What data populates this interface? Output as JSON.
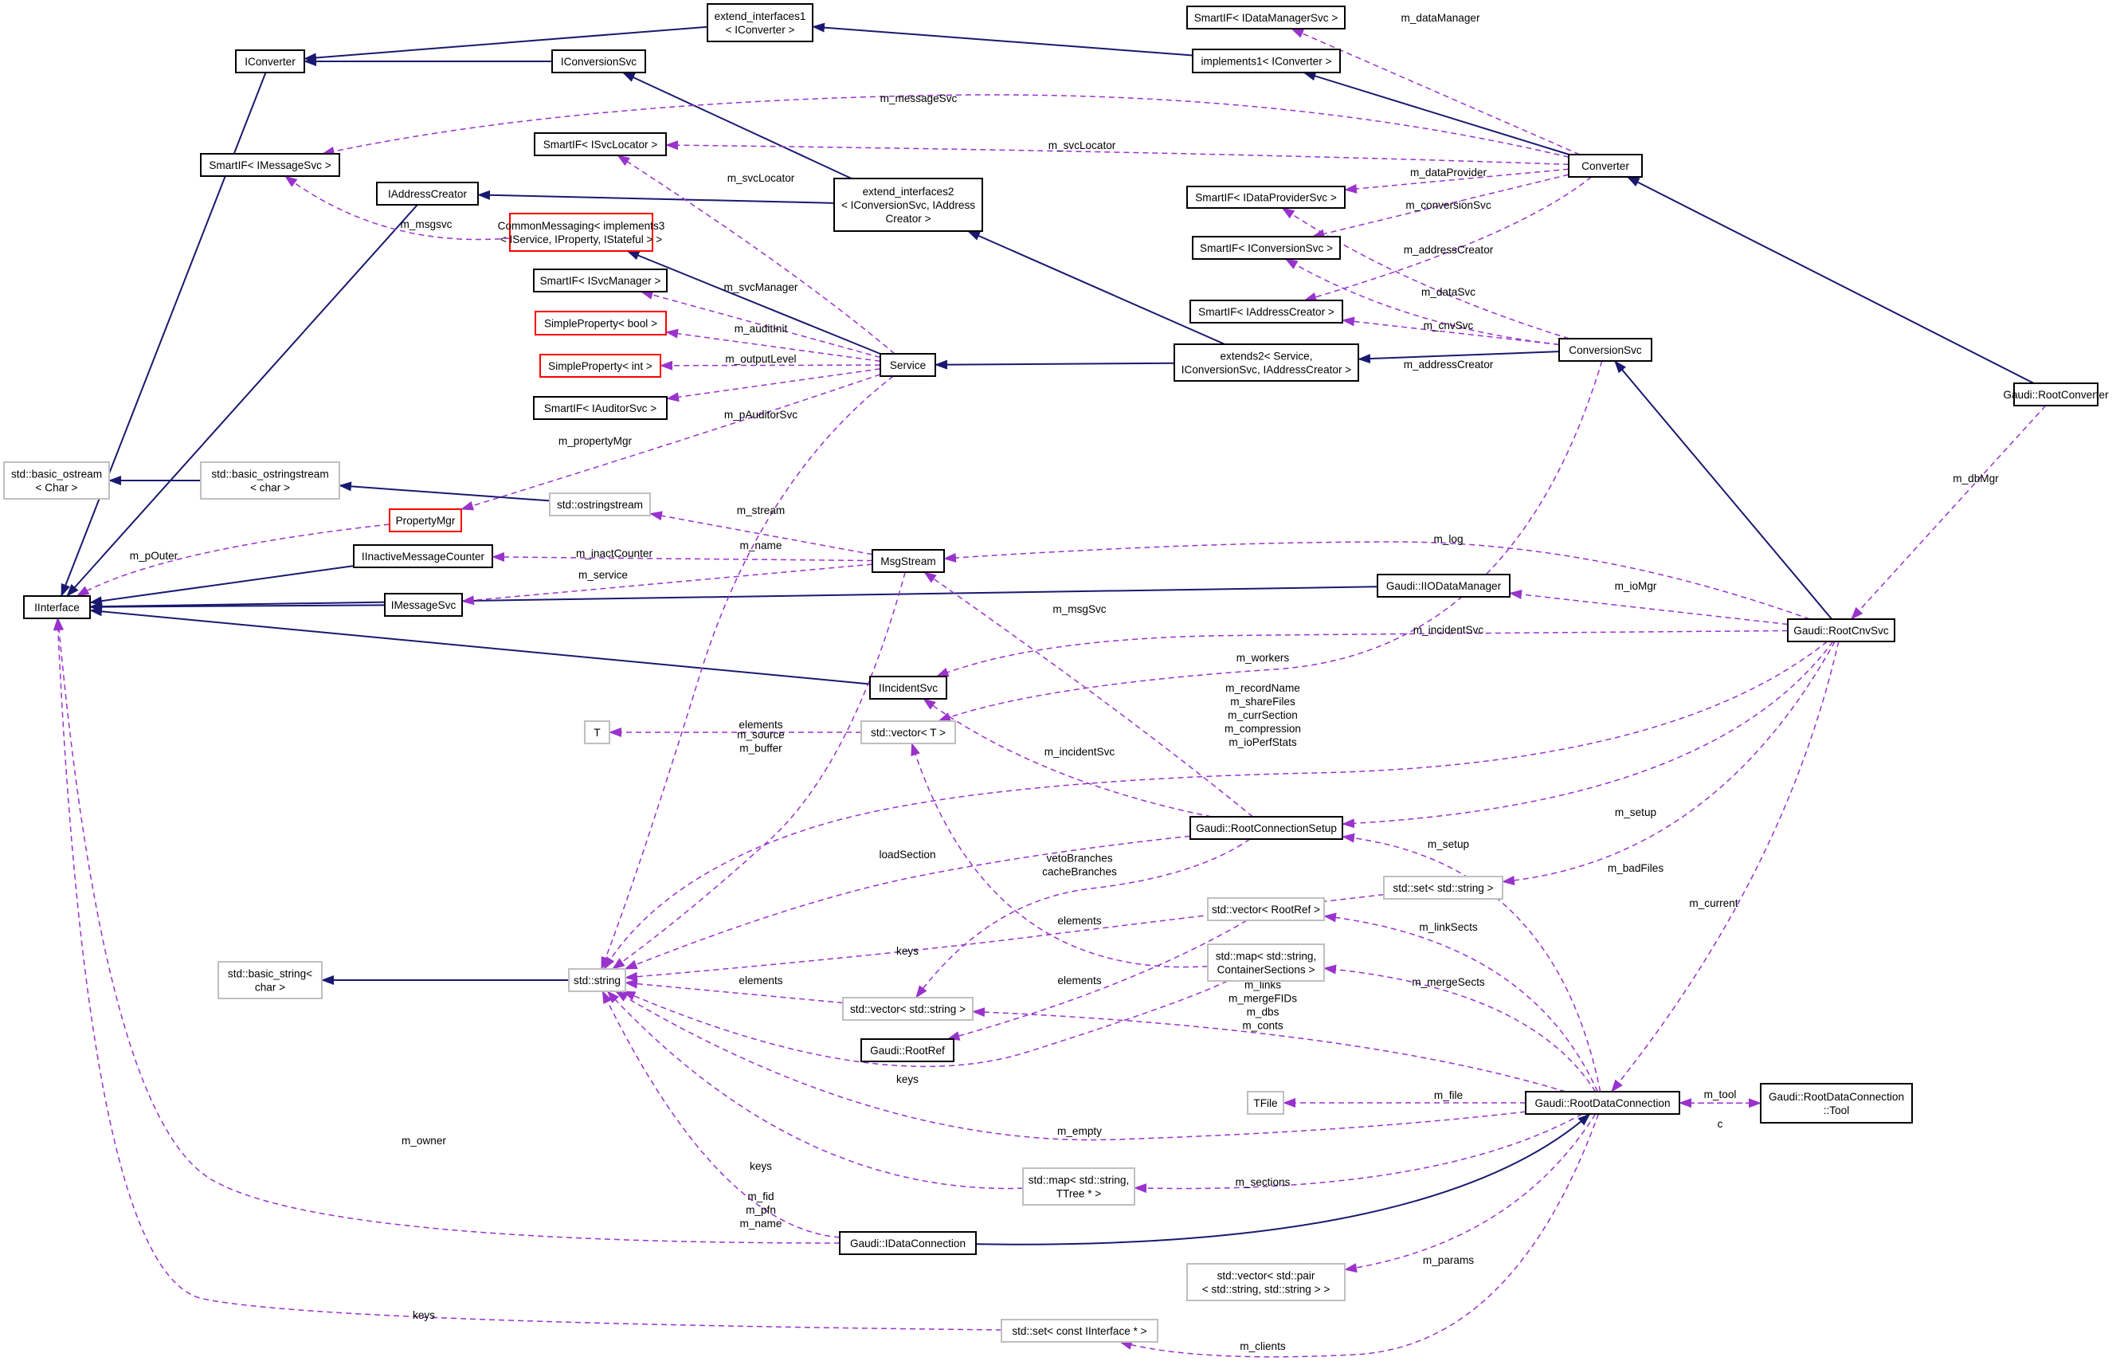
{
  "colors": {
    "inheritance": "#191970",
    "usage": "#9a32cd",
    "border_normal": "#000000",
    "border_external": "#bfbfbf",
    "border_truncated": "#ff0000",
    "highlight_fill": "#bfbfbf"
  },
  "nodes": [
    {
      "id": "IConverter",
      "lines": [
        "IConverter"
      ],
      "kind": "normal"
    },
    {
      "id": "extend_interfaces1",
      "lines": [
        "extend_interfaces1",
        "< IConverter >"
      ],
      "kind": "normal"
    },
    {
      "id": "IConversionSvc",
      "lines": [
        "IConversionSvc"
      ],
      "kind": "normal"
    },
    {
      "id": "SmartIF_IDataManagerSvc",
      "lines": [
        "SmartIF< IDataManagerSvc >"
      ],
      "kind": "normal"
    },
    {
      "id": "implements1_IConverter",
      "lines": [
        "implements1< IConverter >"
      ],
      "kind": "normal"
    },
    {
      "id": "SmartIF_IMessageSvc",
      "lines": [
        "SmartIF< IMessageSvc >"
      ],
      "kind": "normal"
    },
    {
      "id": "SmartIF_ISvcLocator",
      "lines": [
        "SmartIF< ISvcLocator >"
      ],
      "kind": "normal"
    },
    {
      "id": "Converter",
      "lines": [
        "Converter"
      ],
      "kind": "normal"
    },
    {
      "id": "IAddressCreator",
      "lines": [
        "IAddressCreator"
      ],
      "kind": "normal"
    },
    {
      "id": "extend_interfaces2",
      "lines": [
        "extend_interfaces2",
        "< IConversionSvc, IAddress",
        "Creator >"
      ],
      "kind": "normal"
    },
    {
      "id": "SmartIF_IDataProviderSvc",
      "lines": [
        "SmartIF< IDataProviderSvc >"
      ],
      "kind": "normal"
    },
    {
      "id": "CommonMessaging",
      "lines": [
        "CommonMessaging< implements3",
        "< IService, IProperty, IStateful > >"
      ],
      "kind": "truncated"
    },
    {
      "id": "SmartIF_IConversionSvc",
      "lines": [
        "SmartIF< IConversionSvc >"
      ],
      "kind": "normal"
    },
    {
      "id": "SmartIF_ISvcManager",
      "lines": [
        "SmartIF< ISvcManager >"
      ],
      "kind": "normal"
    },
    {
      "id": "SmartIF_IAddressCreator",
      "lines": [
        "SmartIF< IAddressCreator >"
      ],
      "kind": "normal"
    },
    {
      "id": "SimpleProperty_bool",
      "lines": [
        "SimpleProperty< bool >"
      ],
      "kind": "truncated"
    },
    {
      "id": "SimpleProperty_int",
      "lines": [
        "SimpleProperty< int >"
      ],
      "kind": "truncated"
    },
    {
      "id": "Service",
      "lines": [
        "Service"
      ],
      "kind": "normal"
    },
    {
      "id": "extends2",
      "lines": [
        "extends2< Service,",
        "IConversionSvc, IAddressCreator >"
      ],
      "kind": "normal"
    },
    {
      "id": "ConversionSvc",
      "lines": [
        "ConversionSvc"
      ],
      "kind": "normal"
    },
    {
      "id": "RootConverter",
      "lines": [
        "Gaudi::RootConverter"
      ],
      "kind": "highlight"
    },
    {
      "id": "SmartIF_IAuditorSvc",
      "lines": [
        "SmartIF< IAuditorSvc >"
      ],
      "kind": "normal"
    },
    {
      "id": "basic_ostream",
      "lines": [
        "std::basic_ostream",
        "< Char >"
      ],
      "kind": "external"
    },
    {
      "id": "basic_ostringstream",
      "lines": [
        "std::basic_ostringstream",
        "< char >"
      ],
      "kind": "external"
    },
    {
      "id": "ostringstream",
      "lines": [
        "std::ostringstream"
      ],
      "kind": "external"
    },
    {
      "id": "PropertyMgr",
      "lines": [
        "PropertyMgr"
      ],
      "kind": "truncated"
    },
    {
      "id": "IInactiveMessageCounter",
      "lines": [
        "IInactiveMessageCounter"
      ],
      "kind": "normal"
    },
    {
      "id": "MsgStream",
      "lines": [
        "MsgStream"
      ],
      "kind": "normal"
    },
    {
      "id": "IInterface",
      "lines": [
        "IInterface"
      ],
      "kind": "normal"
    },
    {
      "id": "IMessageSvc",
      "lines": [
        "IMessageSvc"
      ],
      "kind": "normal"
    },
    {
      "id": "IIODataManager",
      "lines": [
        "Gaudi::IIODataManager"
      ],
      "kind": "normal"
    },
    {
      "id": "RootCnvSvc",
      "lines": [
        "Gaudi::RootCnvSvc"
      ],
      "kind": "normal"
    },
    {
      "id": "IIncidentSvc",
      "lines": [
        "IIncidentSvc"
      ],
      "kind": "normal"
    },
    {
      "id": "T",
      "lines": [
        "T"
      ],
      "kind": "external"
    },
    {
      "id": "vector_T",
      "lines": [
        "std::vector< T >"
      ],
      "kind": "external"
    },
    {
      "id": "RootConnectionSetup",
      "lines": [
        "Gaudi::RootConnectionSetup"
      ],
      "kind": "normal"
    },
    {
      "id": "set_string",
      "lines": [
        "std::set< std::string >"
      ],
      "kind": "external"
    },
    {
      "id": "vector_RootRef",
      "lines": [
        "std::vector< RootRef >"
      ],
      "kind": "external"
    },
    {
      "id": "basic_string",
      "lines": [
        "std::basic_string<",
        "char >"
      ],
      "kind": "external"
    },
    {
      "id": "string",
      "lines": [
        "std::string"
      ],
      "kind": "external"
    },
    {
      "id": "map_ContainerSections",
      "lines": [
        "std::map< std::string,",
        "ContainerSections >"
      ],
      "kind": "external"
    },
    {
      "id": "vector_string",
      "lines": [
        "std::vector< std::string >"
      ],
      "kind": "external"
    },
    {
      "id": "RootRef",
      "lines": [
        "Gaudi::RootRef"
      ],
      "kind": "normal"
    },
    {
      "id": "TFile",
      "lines": [
        "TFile"
      ],
      "kind": "external"
    },
    {
      "id": "RootDataConnection",
      "lines": [
        "Gaudi::RootDataConnection"
      ],
      "kind": "normal"
    },
    {
      "id": "Tool",
      "lines": [
        "Gaudi::RootDataConnection",
        "::Tool"
      ],
      "kind": "normal"
    },
    {
      "id": "map_TTree",
      "lines": [
        "std::map< std::string,",
        "TTree * >"
      ],
      "kind": "external"
    },
    {
      "id": "IDataConnection",
      "lines": [
        "Gaudi::IDataConnection"
      ],
      "kind": "normal"
    },
    {
      "id": "vector_pair",
      "lines": [
        "std::vector< std::pair",
        "< std::string, std::string > >"
      ],
      "kind": "external"
    },
    {
      "id": "set_IInterface",
      "lines": [
        "std::set< const IInterface * >"
      ],
      "kind": "external"
    }
  ],
  "inheritance_edges": [
    {
      "from": "IConversionSvc",
      "to": "IConverter"
    },
    {
      "from": "extend_interfaces1",
      "to": "IConverter"
    },
    {
      "from": "implements1_IConverter",
      "to": "extend_interfaces1"
    },
    {
      "from": "Converter",
      "to": "implements1_IConverter"
    },
    {
      "from": "RootConverter",
      "to": "Converter"
    },
    {
      "from": "IConverter",
      "to": "IInterface"
    },
    {
      "from": "IAddressCreator",
      "to": "IInterface"
    },
    {
      "from": "extend_interfaces2",
      "to": "IConversionSvc"
    },
    {
      "from": "extend_interfaces2",
      "to": "IAddressCreator"
    },
    {
      "from": "Service",
      "to": "CommonMessaging"
    },
    {
      "from": "extends2",
      "to": "Service"
    },
    {
      "from": "extends2",
      "to": "extend_interfaces2"
    },
    {
      "from": "ConversionSvc",
      "to": "extends2"
    },
    {
      "from": "RootCnvSvc",
      "to": "ConversionSvc"
    },
    {
      "from": "basic_ostringstream",
      "to": "basic_ostream"
    },
    {
      "from": "ostringstream",
      "to": "basic_ostringstream"
    },
    {
      "from": "IInactiveMessageCounter",
      "to": "IInterface"
    },
    {
      "from": "IMessageSvc",
      "to": "IInterface"
    },
    {
      "from": "IIODataManager",
      "to": "IInterface"
    },
    {
      "from": "IIncidentSvc",
      "to": "IInterface"
    },
    {
      "from": "string",
      "to": "basic_string"
    },
    {
      "from": "IDataConnection",
      "to": "RootDataConnection",
      "reverse": true
    }
  ],
  "usage_edges": [
    {
      "from": "Converter",
      "to": "SmartIF_IDataManagerSvc",
      "label": "m_dataManager"
    },
    {
      "from": "Converter",
      "to": "SmartIF_IMessageSvc",
      "label": "m_messageSvc"
    },
    {
      "from": "Converter",
      "to": "SmartIF_ISvcLocator",
      "label": "m_svcLocator"
    },
    {
      "from": "Converter",
      "to": "SmartIF_IDataProviderSvc",
      "label": "m_dataProvider"
    },
    {
      "from": "Converter",
      "to": "SmartIF_IConversionSvc",
      "label": "m_conversionSvc"
    },
    {
      "from": "Converter",
      "to": "SmartIF_IAddressCreator",
      "label": "m_addressCreator"
    },
    {
      "from": "CommonMessaging",
      "to": "SmartIF_IMessageSvc",
      "label": "m_msgsvc"
    },
    {
      "from": "Service",
      "to": "SmartIF_ISvcLocator",
      "label": "m_svcLocator"
    },
    {
      "from": "Service",
      "to": "SmartIF_ISvcManager",
      "label": "m_svcManager"
    },
    {
      "from": "Service",
      "to": "SimpleProperty_bool",
      "label": "m_auditInit"
    },
    {
      "from": "Service",
      "to": "SimpleProperty_int",
      "label": "m_outputLevel"
    },
    {
      "from": "Service",
      "to": "SmartIF_IAuditorSvc",
      "label": "m_pAuditorSvc"
    },
    {
      "from": "Service",
      "to": "PropertyMgr",
      "label": "m_propertyMgr"
    },
    {
      "from": "Service",
      "to": "string",
      "label": "m_name"
    },
    {
      "from": "ConversionSvc",
      "to": "SmartIF_IDataProviderSvc",
      "label": "m_dataSvc"
    },
    {
      "from": "ConversionSvc",
      "to": "SmartIF_IConversionSvc",
      "label": "m_cnvSvc"
    },
    {
      "from": "ConversionSvc",
      "to": "SmartIF_IAddressCreator",
      "label": "m_addressCreator"
    },
    {
      "from": "ConversionSvc",
      "to": "vector_T",
      "label": "m_workers"
    },
    {
      "from": "RootConverter",
      "to": "RootCnvSvc",
      "label": "m_dbMgr"
    },
    {
      "from": "PropertyMgr",
      "to": "IInterface",
      "label": "m_pOuter"
    },
    {
      "from": "MsgStream",
      "to": "ostringstream",
      "label": "m_stream"
    },
    {
      "from": "MsgStream",
      "to": "IInactiveMessageCounter",
      "label": "m_inactCounter"
    },
    {
      "from": "MsgStream",
      "to": "IMessageSvc",
      "label": "m_service"
    },
    {
      "from": "MsgStream",
      "to": "string",
      "label": "m_source\nm_buffer"
    },
    {
      "from": "RootCnvSvc",
      "to": "MsgStream",
      "label": "m_log"
    },
    {
      "from": "RootCnvSvc",
      "to": "IIODataManager",
      "label": "m_ioMgr"
    },
    {
      "from": "RootCnvSvc",
      "to": "IIncidentSvc",
      "label": "m_incidentSvc"
    },
    {
      "from": "RootCnvSvc",
      "to": "string",
      "label": "m_recordName\nm_shareFiles\nm_currSection\nm_compression\nm_ioPerfStats"
    },
    {
      "from": "RootCnvSvc",
      "to": "RootConnectionSetup",
      "label": "m_setup"
    },
    {
      "from": "RootCnvSvc",
      "to": "set_string",
      "label": "m_badFiles"
    },
    {
      "from": "RootCnvSvc",
      "to": "RootDataConnection",
      "label": "m_current"
    },
    {
      "from": "vector_T",
      "to": "T",
      "label": "elements"
    },
    {
      "from": "RootConnectionSetup",
      "to": "MsgStream",
      "label": "m_msgSvc"
    },
    {
      "from": "RootConnectionSetup",
      "to": "IIncidentSvc",
      "label": "m_incidentSvc"
    },
    {
      "from": "RootConnectionSetup",
      "to": "string",
      "label": "loadSection"
    },
    {
      "from": "RootConnectionSetup",
      "to": "vector_string",
      "label": "vetoBranches\ncacheBranches"
    },
    {
      "from": "set_string",
      "to": "string",
      "label": "keys"
    },
    {
      "from": "vector_RootRef",
      "to": "RootRef",
      "label": "elements"
    },
    {
      "from": "map_ContainerSections",
      "to": "vector_T",
      "label": "elements"
    },
    {
      "from": "map_ContainerSections",
      "to": "string",
      "label": "keys"
    },
    {
      "from": "vector_string",
      "to": "string",
      "label": "elements"
    },
    {
      "from": "RootDataConnection",
      "to": "RootConnectionSetup",
      "label": "m_setup"
    },
    {
      "from": "RootDataConnection",
      "to": "vector_RootRef",
      "label": "m_linkSects"
    },
    {
      "from": "RootDataConnection",
      "to": "map_ContainerSections",
      "label": "m_mergeSects"
    },
    {
      "from": "RootDataConnection",
      "to": "vector_string",
      "label": "m_links\nm_mergeFIDs\nm_dbs\nm_conts"
    },
    {
      "from": "RootDataConnection",
      "to": "TFile",
      "label": "m_file"
    },
    {
      "from": "RootDataConnection",
      "to": "Tool",
      "label": "m_tool"
    },
    {
      "from": "Tool",
      "to": "RootDataConnection",
      "label": "c"
    },
    {
      "from": "RootDataConnection",
      "to": "string",
      "label": "m_empty"
    },
    {
      "from": "RootDataConnection",
      "to": "map_TTree",
      "label": "m_sections"
    },
    {
      "from": "RootDataConnection",
      "to": "vector_pair",
      "label": "m_params"
    },
    {
      "from": "RootDataConnection",
      "to": "set_IInterface",
      "label": "m_clients"
    },
    {
      "from": "map_TTree",
      "to": "string",
      "label": "keys"
    },
    {
      "from": "IDataConnection",
      "to": "string",
      "label": "m_fid\nm_pfn\nm_name"
    },
    {
      "from": "IDataConnection",
      "to": "IInterface",
      "label": "m_owner"
    },
    {
      "from": "set_IInterface",
      "to": "IInterface",
      "label": "keys"
    }
  ]
}
